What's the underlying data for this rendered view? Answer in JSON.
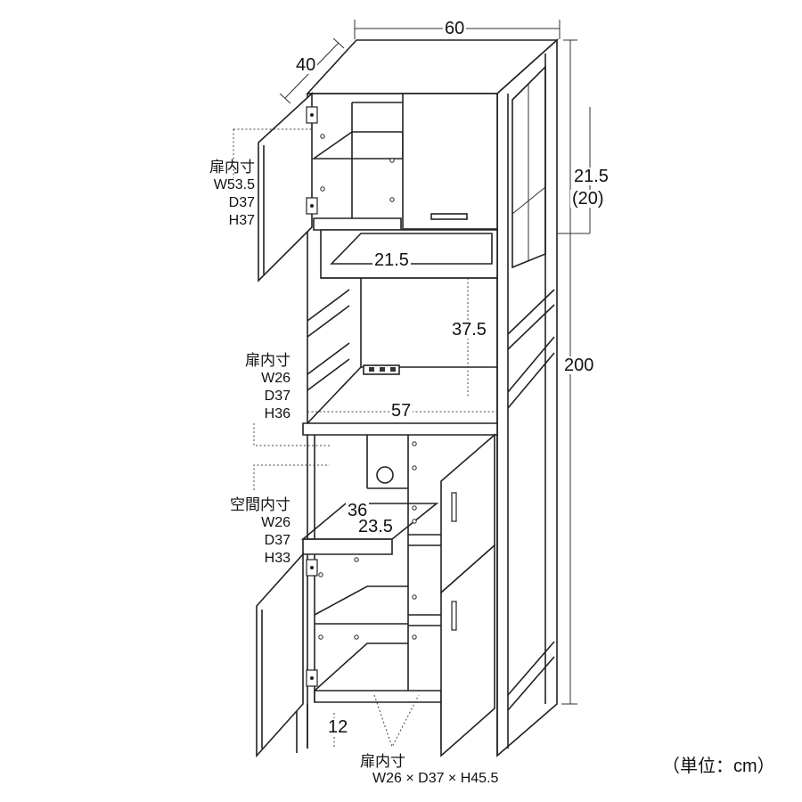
{
  "dimensions": {
    "width": "60",
    "depth": "40",
    "height": "200",
    "top_shelf_height": "21.5",
    "top_shelf_height_alt": "(20)",
    "open_shelf_depth": "21.5",
    "counter_height": "37.5",
    "counter_width": "57",
    "drawer_depth": "36",
    "drawer_width": "23.5",
    "leg_height": "12"
  },
  "notes": {
    "upper_door": {
      "title": "扉内寸",
      "w": "W53.5",
      "d": "D37",
      "h": "H37"
    },
    "middle_door": {
      "title": "扉内寸",
      "w": "W26",
      "d": "D37",
      "h": "H36"
    },
    "space": {
      "title": "空間内寸",
      "w": "W26",
      "d": "D37",
      "h": "H33"
    },
    "bottom_door": {
      "title": "扉内寸",
      "spec": "W26 × D37 × H45.5"
    }
  },
  "unit_label": "（単位：cm）"
}
